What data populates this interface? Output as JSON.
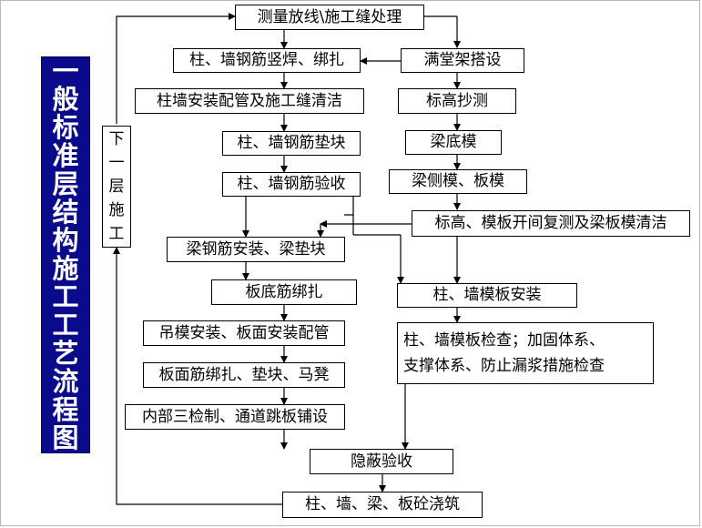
{
  "title_chars": [
    "一",
    "般",
    "标",
    "准",
    "层",
    "结",
    "构",
    "施",
    "工",
    "工",
    "艺",
    "流",
    "程",
    "图"
  ],
  "side_label_chars": [
    "下",
    "一",
    "层",
    "施",
    "工"
  ],
  "steps": {
    "survey": "测量放线\\施工缝处理",
    "col_wall_rebar_weld": "柱、墙钢筋竖焊、绑扎",
    "scaffold": "满堂架搭设",
    "embed_pipe_clean": "柱墙安装配管及施工缝清洁",
    "elevation_survey": "标高抄测",
    "rebar_spacer": "柱、墙钢筋垫块",
    "beam_bottom_form": "梁底模",
    "rebar_inspect": "柱、墙钢筋验收",
    "beam_side_slab_form": "梁侧模、板模",
    "recheck_clean": "标高、模板开间复测及梁板模清洁",
    "beam_rebar": "梁钢筋安装、梁垫块",
    "slab_bottom_rebar": "板底筋绑扎",
    "col_wall_form": "柱、墙模板安装",
    "hanging_form": "吊模安装、板面安装配管",
    "form_check_line1": "柱、墙模板检查；加固体系、",
    "form_check_line2": "支撑体系、防止漏浆措施检查",
    "slab_top_rebar": "板面筋绑扎、垫块、马凳",
    "internal_check": "内部三检制、通道跳板铺设",
    "hidden_acceptance": "隐蔽验收",
    "pour": "柱、墙、梁、板砼浇筑"
  }
}
